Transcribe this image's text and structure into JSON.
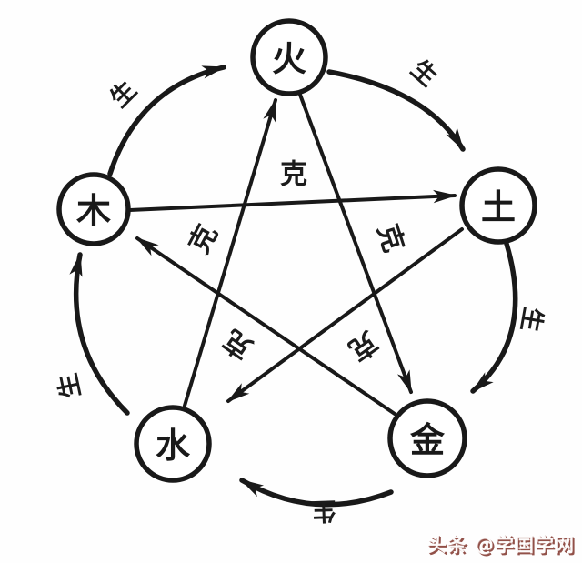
{
  "diagram": {
    "type": "cycle-diagram",
    "subject": "五行生克 (Five Elements generating and overcoming cycles)",
    "ink_color": "#191919",
    "background_color": "#fefefe",
    "nodes": [
      {
        "id": "fire",
        "label": "火",
        "position": "top"
      },
      {
        "id": "earth",
        "label": "土",
        "position": "right"
      },
      {
        "id": "metal",
        "label": "金",
        "position": "bottom-right"
      },
      {
        "id": "water",
        "label": "水",
        "position": "bottom-left"
      },
      {
        "id": "wood",
        "label": "木",
        "position": "left"
      }
    ],
    "edge_labels": {
      "generating": "生",
      "overcoming": "克"
    },
    "edges": [
      {
        "from": "木",
        "to": "火",
        "type": "生",
        "style": "outer-arc"
      },
      {
        "from": "火",
        "to": "土",
        "type": "生",
        "style": "outer-arc"
      },
      {
        "from": "土",
        "to": "金",
        "type": "生",
        "style": "outer-arc"
      },
      {
        "from": "金",
        "to": "水",
        "type": "生",
        "style": "outer-arc"
      },
      {
        "from": "水",
        "to": "木",
        "type": "生",
        "style": "outer-arc"
      },
      {
        "from": "木",
        "to": "土",
        "type": "克",
        "style": "inner-line"
      },
      {
        "from": "火",
        "to": "金",
        "type": "克",
        "style": "inner-line"
      },
      {
        "from": "土",
        "to": "水",
        "type": "克",
        "style": "inner-line"
      },
      {
        "from": "金",
        "to": "木",
        "type": "克",
        "style": "inner-line"
      },
      {
        "from": "水",
        "to": "火",
        "type": "克",
        "style": "inner-line"
      }
    ]
  },
  "watermark": {
    "text": "头条 @学国学网",
    "text_color": "#ffffff",
    "shadow_color": "#8d4a41"
  }
}
